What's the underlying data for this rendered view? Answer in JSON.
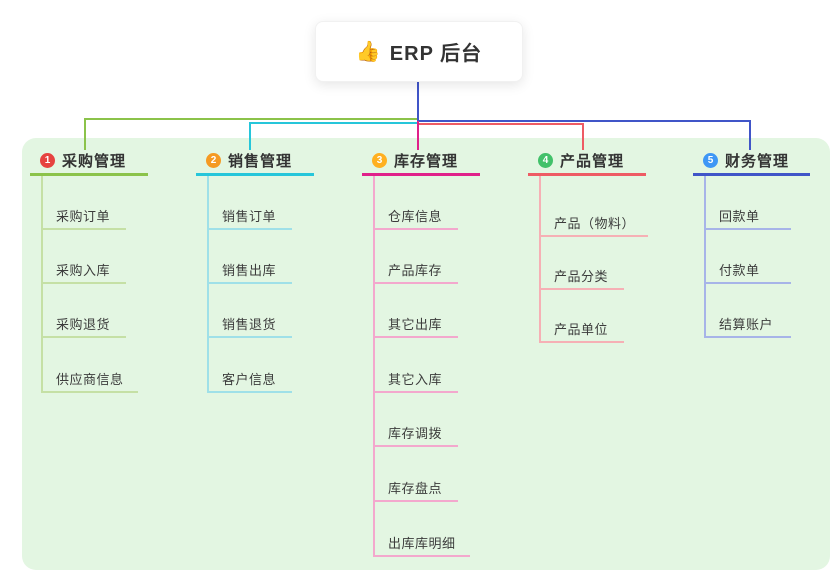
{
  "root": {
    "icon": "👍",
    "label": "ERP 后台"
  },
  "branches": [
    {
      "number": "1",
      "label": "采购管理",
      "line_color": "#8bc34a",
      "child_line_color": "#c5e0a5",
      "badge_color": "#e64340",
      "children": [
        "采购订单",
        "采购入库",
        "采购退货",
        "供应商信息"
      ]
    },
    {
      "number": "2",
      "label": "销售管理",
      "line_color": "#26c6da",
      "child_line_color": "#9fe0e8",
      "badge_color": "#f59a23",
      "children": [
        "销售订单",
        "销售出库",
        "销售退货",
        "客户信息"
      ]
    },
    {
      "number": "3",
      "label": "库存管理",
      "line_color": "#e0218a",
      "child_line_color": "#f3a8cd",
      "badge_color": "#ffb020",
      "children": [
        "仓库信息",
        "产品库存",
        "其它出库",
        "其它入库",
        "库存调拨",
        "库存盘点",
        "出库库明细"
      ]
    },
    {
      "number": "4",
      "label": "产品管理",
      "line_color": "#ee5b64",
      "child_line_color": "#f6b0b5",
      "badge_color": "#42c16a",
      "children": [
        "产品（物料）",
        "产品分类",
        "产品单位"
      ]
    },
    {
      "number": "5",
      "label": "财务管理",
      "line_color": "#4055c8",
      "child_line_color": "#a7b4e8",
      "badge_color": "#3e97f5",
      "children": [
        "回款单",
        "付款单",
        "结算账户"
      ]
    }
  ],
  "canvas": {
    "background": "#ffffff",
    "panel_color": "#e3f6e2"
  }
}
